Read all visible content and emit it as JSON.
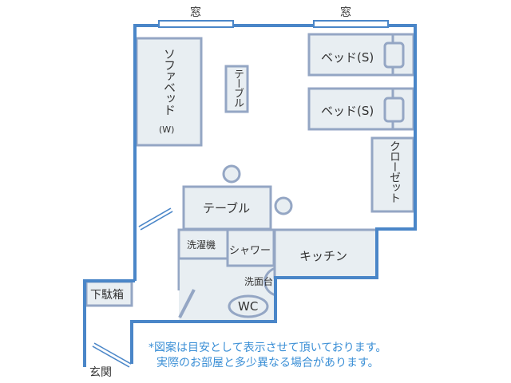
{
  "labels": {
    "window_left": "窓",
    "window_right": "窓",
    "sofa_bed": "ソファベッド",
    "sofa_bed_size": "(W)",
    "small_table": "テーブル",
    "bed_1": "ベッド(S)",
    "bed_2": "ベッド(S)",
    "closet": "クローゼット",
    "table": "テーブル",
    "washing_machine": "洗濯機",
    "shower": "シャワー",
    "kitchen": "キッチン",
    "washbasin": "洗面台",
    "wc": "WC",
    "shoe_cabinet": "下駄箱",
    "entrance": "玄関"
  },
  "note": {
    "line1": "*図案は目安として表示させて頂いております。",
    "line2": "実際のお部屋と多少異なる場合があります。"
  },
  "colors": {
    "wall": "#4a86c8",
    "furniture_fill": "#e8eef2",
    "furniture_stroke": "#94a6c4",
    "note": "#3b8fd6"
  }
}
